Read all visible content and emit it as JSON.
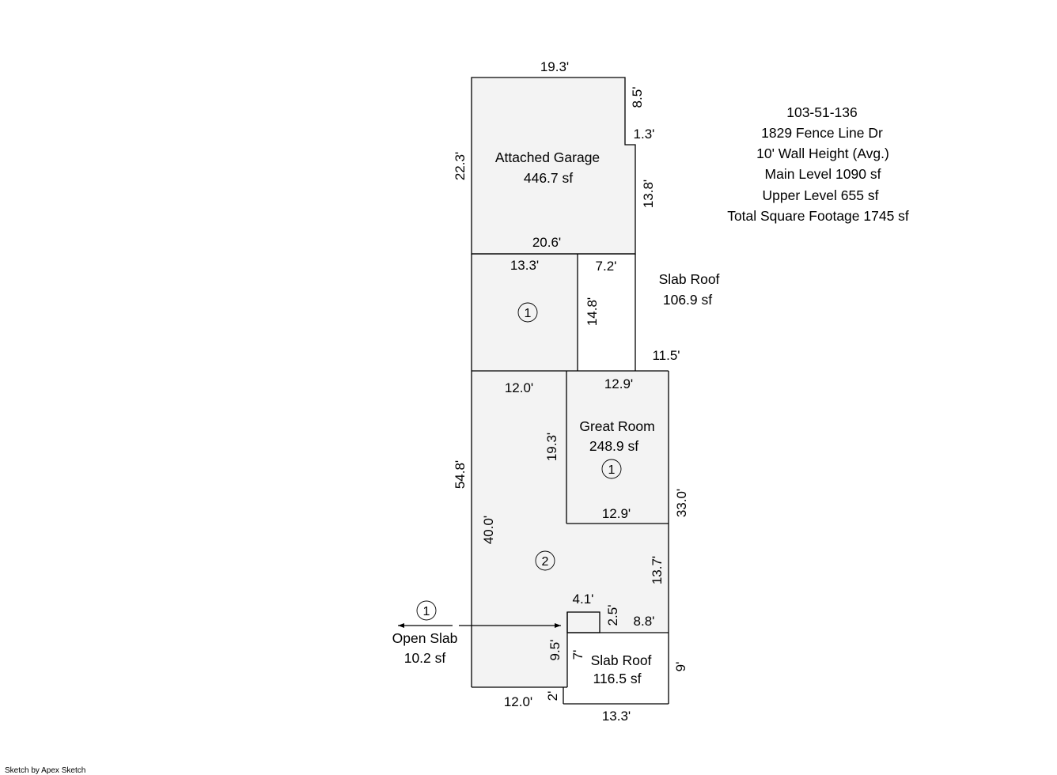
{
  "info": {
    "parcel": "103-51-136",
    "address": "1829 Fence Line Dr",
    "wall_height": "10' Wall Height (Avg.)",
    "main_level": "Main Level 1090 sf",
    "upper_level": "Upper Level 655 sf",
    "total": "Total Square Footage 1745 sf"
  },
  "areas": {
    "garage": {
      "name": "Attached Garage",
      "size": "446.7 sf"
    },
    "slab_roof_upper": {
      "name": "Slab Roof",
      "size": "106.9 sf"
    },
    "great_room": {
      "name": "Great Room",
      "size": "248.9 sf"
    },
    "open_slab": {
      "name": "Open Slab",
      "size": "10.2 sf"
    },
    "slab_roof_lower": {
      "name": "Slab Roof",
      "size": "116.5 sf"
    }
  },
  "markers": {
    "level_1_upper": "1",
    "level_1_great_room": "1",
    "level_2": "2",
    "level_1_open_slab": "1"
  },
  "dimensions": {
    "garage_top": "19.3'",
    "garage_left": "22.3'",
    "garage_right_top": "8.5'",
    "garage_notch": "1.3'",
    "garage_right_bottom": "13.8'",
    "garage_bottom": "20.6'",
    "section1_top": "13.3'",
    "slab_top": "7.2'",
    "slab_height": "14.8'",
    "slab_bottom": "11.5'",
    "main_top": "12.0'",
    "great_room_top": "12.9'",
    "great_room_left": "19.3'",
    "great_room_bottom": "12.9'",
    "main_left": "54.8'",
    "main_inner_left": "40.0'",
    "right_wall": "33.0'",
    "right_lower": "13.7'",
    "notch_top": "4.1'",
    "notch_height": "2.5'",
    "lower_top": "8.8'",
    "inner_drop": "9.5'",
    "slab_left": "7'",
    "slab_right": "9'",
    "bottom_left": "12.0'",
    "bottom_step": "2'",
    "bottom_right": "13.3'"
  },
  "footer": "Sketch by Apex Sketch"
}
